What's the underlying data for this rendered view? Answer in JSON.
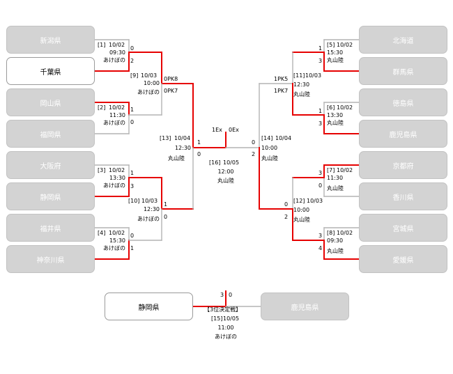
{
  "colors": {
    "winner_line": "#e60000",
    "loser_line": "#b4b4b4"
  },
  "teams": {
    "left": [
      "新潟県",
      "千葉県",
      "岡山県",
      "福岡県",
      "大阪府",
      "静岡県",
      "福井県",
      "神奈川県"
    ],
    "right": [
      "北海道",
      "群馬県",
      "徳島県",
      "鹿児島県",
      "京都府",
      "香川県",
      "宮城県",
      "愛媛県"
    ],
    "third": [
      "静岡県",
      "鹿児島県"
    ]
  },
  "matches": {
    "m1": {
      "no": "[1]",
      "date": "10/02",
      "time": "09:30",
      "venue": "あけぼの",
      "s1": "0",
      "s2": "2"
    },
    "m2": {
      "no": "[2]",
      "date": "10/02",
      "time": "11:30",
      "venue": "あけぼの",
      "s1": "1",
      "s2": "0"
    },
    "m3": {
      "no": "[3]",
      "date": "10/02",
      "time": "13:30",
      "venue": "あけぼの",
      "s1": "1",
      "s2": "3"
    },
    "m4": {
      "no": "[4]",
      "date": "10/02",
      "time": "15:30",
      "venue": "あけぼの",
      "s1": "0",
      "s2": "1"
    },
    "m5": {
      "no": "[5]",
      "date": "10/02",
      "time": "15:30",
      "venue": "丸山陸",
      "s1": "1",
      "s2": "3"
    },
    "m6": {
      "no": "[6]",
      "date": "10/02",
      "time": "13:30",
      "venue": "丸山陸",
      "s1": "1",
      "s2": "3"
    },
    "m7": {
      "no": "[7]",
      "date": "10/02",
      "time": "11:30",
      "venue": "丸山陸",
      "s1": "3",
      "s2": "0"
    },
    "m8": {
      "no": "[8]",
      "date": "10/02",
      "time": "09:30",
      "venue": "丸山陸",
      "s1": "3",
      "s2": "4"
    },
    "m9": {
      "no": "[9]",
      "date": "10/03",
      "time": "10:00",
      "venue": "あけぼの",
      "s1": "0PK8",
      "s2": "0PK7"
    },
    "m10": {
      "no": "[10]",
      "date": "10/03",
      "time": "12:30",
      "venue": "あけぼの",
      "s1": "1",
      "s2": "0"
    },
    "m11": {
      "no": "[11]",
      "date": "10/03",
      "time": "12:30",
      "venue": "丸山陸",
      "s1": "1PK5",
      "s2": "1PK7"
    },
    "m12": {
      "no": "[12]",
      "date": "10/03",
      "time": "10:00",
      "venue": "丸山陸",
      "s1": "0",
      "s2": "2"
    },
    "m13": {
      "no": "[13]",
      "date": "10/04",
      "time": "12:30",
      "venue": "丸山陸",
      "s1": "1",
      "s2": "0"
    },
    "m14": {
      "no": "[14]",
      "date": "10/04",
      "time": "10:00",
      "venue": "丸山陸",
      "s1": "0",
      "s2": "2"
    },
    "m16": {
      "no": "[16]",
      "date": "10/05",
      "time": "12:00",
      "venue": "丸山陸",
      "s1": "1Ex",
      "s2": "0Ex"
    },
    "m15": {
      "label": "【3位決定戦】",
      "no": "[15]",
      "date": "10/05",
      "time": "11:00",
      "venue": "あけぼの",
      "s1": "3",
      "s2": "0"
    }
  }
}
